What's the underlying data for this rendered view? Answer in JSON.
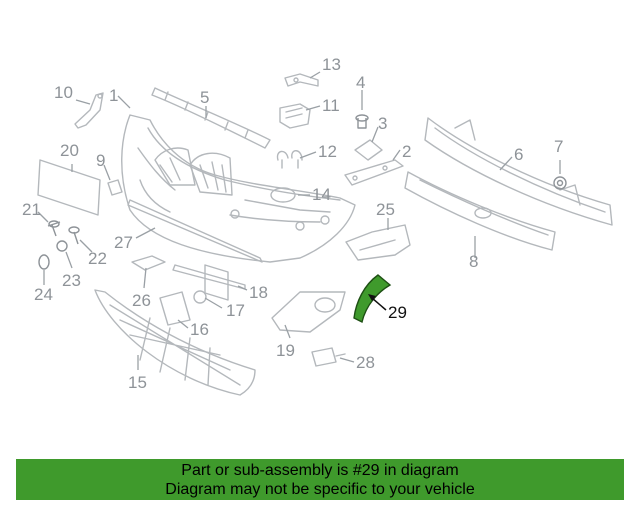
{
  "callouts": [
    "1",
    "2",
    "3",
    "4",
    "5",
    "6",
    "7",
    "8",
    "9",
    "10",
    "11",
    "12",
    "13",
    "14",
    "15",
    "16",
    "17",
    "18",
    "19",
    "20",
    "21",
    "22",
    "23",
    "24",
    "25",
    "26",
    "27",
    "28",
    "29"
  ],
  "highlighted_part": "29",
  "banner": {
    "line1": "Part or sub-assembly is #29 in diagram",
    "line2": "Diagram may not be specific to your vehicle"
  },
  "colors": {
    "banner_bg": "#3f9a2c",
    "highlight_fill": "#3f9a2c",
    "callout_text": "#8e9398",
    "highlight_text": "#111111"
  }
}
